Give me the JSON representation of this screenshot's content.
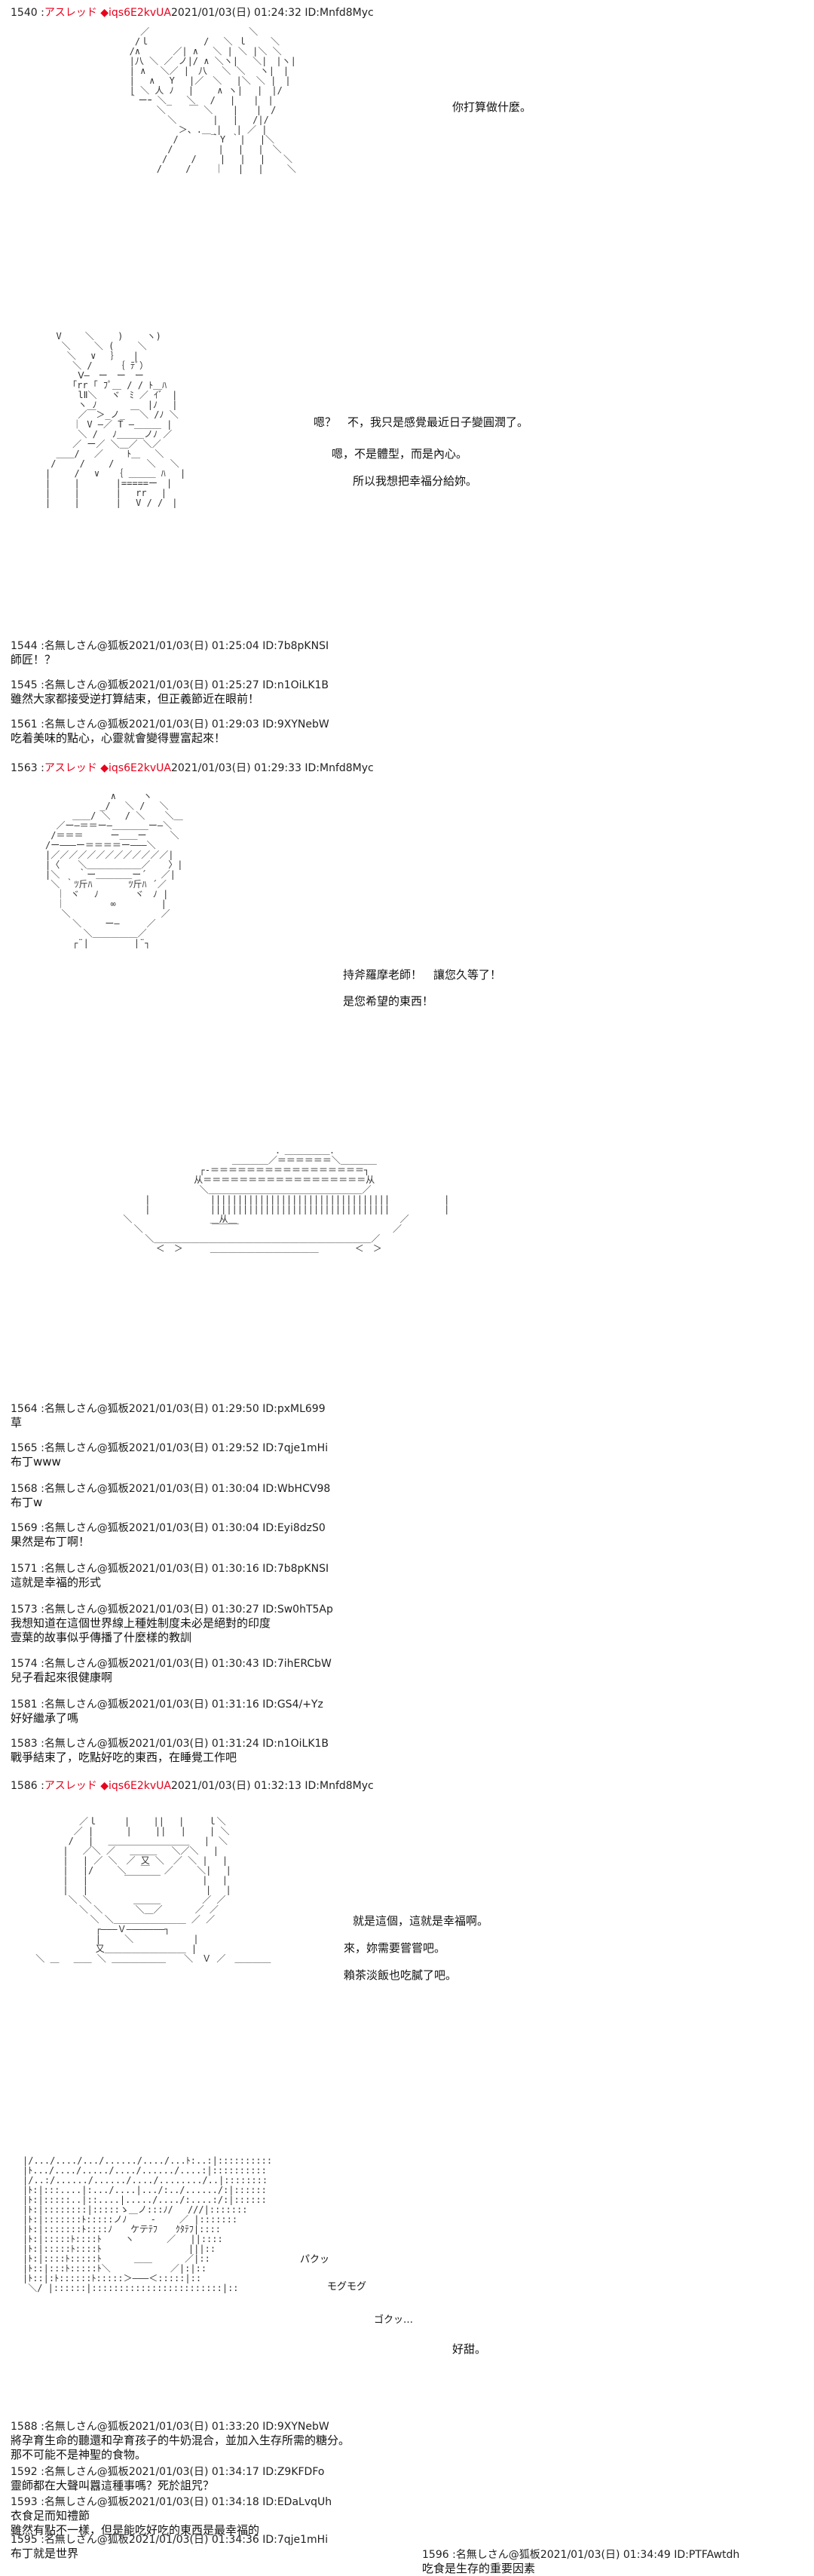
{
  "posts": [
    {
      "num": "1540",
      "name": "アスレッド",
      "trip": "◆iqs6E2kvUA",
      "meta": "2021/01/03(日) 01:24:32 ID:Mnfd8Myc",
      "body": ""
    },
    {
      "num": "1544",
      "name": "名無しさん@狐板",
      "trip": "",
      "meta": "2021/01/03(日) 01:25:04 ID:7b8pKNSI",
      "body": "師匠！？"
    },
    {
      "num": "1545",
      "name": "名無しさん@狐板",
      "trip": "",
      "meta": "2021/01/03(日) 01:25:27 ID:n1OiLK1B",
      "body": "雖然大家都接受逆打算結束，但正義節近在眼前！"
    },
    {
      "num": "1561",
      "name": "名無しさん@狐板",
      "trip": "",
      "meta": "2021/01/03(日) 01:29:03 ID:9XYNebW",
      "body": "吃着美味的點心，心靈就會變得豐富起來！"
    },
    {
      "num": "1563",
      "name": "アスレッド",
      "trip": "◆iqs6E2kvUA",
      "meta": "2021/01/03(日) 01:29:33 ID:Mnfd8Myc",
      "body": ""
    },
    {
      "num": "1564",
      "name": "名無しさん@狐板",
      "trip": "",
      "meta": "2021/01/03(日) 01:29:50 ID:pxML699",
      "body": "草"
    },
    {
      "num": "1565",
      "name": "名無しさん@狐板",
      "trip": "",
      "meta": "2021/01/03(日) 01:29:52 ID:7qje1mHi",
      "body": "布丁www"
    },
    {
      "num": "1568",
      "name": "名無しさん@狐板",
      "trip": "",
      "meta": "2021/01/03(日) 01:30:04 ID:WbHCV98",
      "body": "布丁w"
    },
    {
      "num": "1569",
      "name": "名無しさん@狐板",
      "trip": "",
      "meta": "2021/01/03(日) 01:30:04 ID:Eyi8dzS0",
      "body": "果然是布丁啊！"
    },
    {
      "num": "1571",
      "name": "名無しさん@狐板",
      "trip": "",
      "meta": "2021/01/03(日) 01:30:16 ID:7b8pKNSI",
      "body": "這就是幸福的形式"
    },
    {
      "num": "1573",
      "name": "名無しさん@狐板",
      "trip": "",
      "meta": "2021/01/03(日) 01:30:27 ID:Sw0hT5Ap",
      "body": "我想知道在這個世界線上種姓制度未必是絕對的印度\n壹葉的故事似乎傳播了什麼樣的教訓"
    },
    {
      "num": "1574",
      "name": "名無しさん@狐板",
      "trip": "",
      "meta": "2021/01/03(日) 01:30:43 ID:7ihERCbW",
      "body": "兒子看起來很健康啊"
    },
    {
      "num": "1581",
      "name": "名無しさん@狐板",
      "trip": "",
      "meta": "2021/01/03(日) 01:31:16 ID:GS4/+Yz",
      "body": "好好繼承了嗎"
    },
    {
      "num": "1583",
      "name": "名無しさん@狐板",
      "trip": "",
      "meta": "2021/01/03(日) 01:31:24 ID:n1OiLK1B",
      "body": "戰爭結束了，吃點好吃的東西，在睡覺工作吧"
    },
    {
      "num": "1586",
      "name": "アスレッド",
      "trip": "◆iqs6E2kvUA",
      "meta": "2021/01/03(日) 01:32:13 ID:Mnfd8Myc",
      "body": ""
    },
    {
      "num": "1588",
      "name": "名無しさん@狐板",
      "trip": "",
      "meta": "2021/01/03(日) 01:33:20 ID:9XYNebW",
      "body": "將孕育生命的聽還和孕育孩子的牛奶混合，並加入生存所需的糖分。\n那不可能不是神聖的食物。"
    },
    {
      "num": "1592",
      "name": "名無しさん@狐板",
      "trip": "",
      "meta": "2021/01/03(日) 01:34:17 ID:Z9KFDFo",
      "body": "靈師都在大聲叫囂這種事嗎？死於詛咒？"
    },
    {
      "num": "1593",
      "name": "名無しさん@狐板",
      "trip": "",
      "meta": "2021/01/03(日) 01:34:18 ID:EDaLvqUh",
      "body": "衣食足而知禮節\n雖然有點不一樣，但是能吃好吃的東西是最幸福的"
    },
    {
      "num": "1595",
      "name": "名無しさん@狐板",
      "trip": "",
      "meta": "2021/01/03(日) 01:34:36 ID:7qje1mHi",
      "body": "布丁就是世界"
    },
    {
      "num": "1596",
      "name": "名無しさん@狐板",
      "trip": "",
      "meta": "2021/01/03(日) 01:34:49 ID:PTFAwtdh",
      "body": "吃食是生存的重要因素"
    }
  ],
  "dialogs": [
    {
      "id": "d1",
      "text": "你打算做什麼。"
    },
    {
      "id": "d2",
      "text": "嗯？　不，我只是感覺最近日子變圓潤了。"
    },
    {
      "id": "d3",
      "text": "嗯，不是體型，而是內心。"
    },
    {
      "id": "d4",
      "text": "所以我想把幸福分給妳。"
    },
    {
      "id": "d5",
      "text": "持斧羅摩老師！　讓您久等了！"
    },
    {
      "id": "d6",
      "text": "是您希望的東西！"
    },
    {
      "id": "d7",
      "text": "就是這個，這就是幸福啊。"
    },
    {
      "id": "d8",
      "text": "來，妳需要嘗嘗吧。"
    },
    {
      "id": "d9",
      "text": "賴茶淡飯也吃膩了吧。"
    },
    {
      "id": "d10",
      "text": "パクッ"
    },
    {
      "id": "d11",
      "text": "モグモグ"
    },
    {
      "id": "d12",
      "text": "ゴクッ…"
    },
    {
      "id": "d13",
      "text": "好甜。"
    }
  ],
  "separator": ":"
}
